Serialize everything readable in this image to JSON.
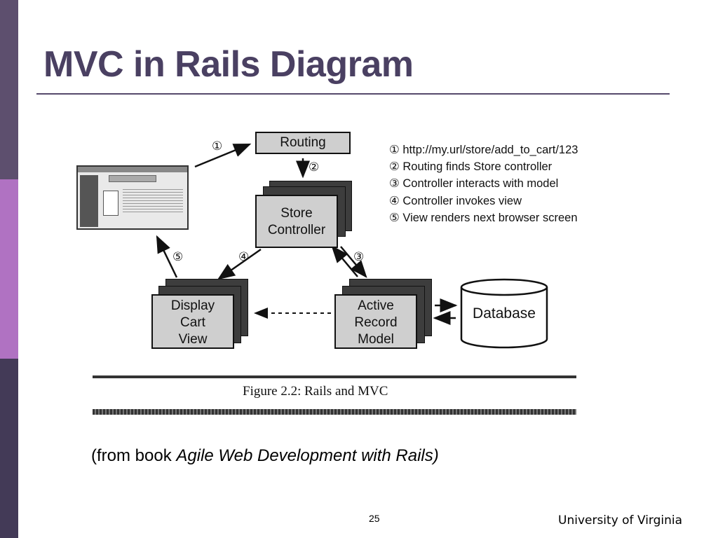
{
  "slide": {
    "title": "MVC in Rails Diagram",
    "source_prefix": "(from book ",
    "source_book": "Agile Web Development with Rails)",
    "page_number": "25",
    "organization": "University of Virginia"
  },
  "diagram": {
    "routing": "Routing",
    "store_controller": [
      "Store",
      "Controller"
    ],
    "display_cart_view": [
      "Display",
      "Cart",
      "View"
    ],
    "active_record_model": [
      "Active",
      "Record",
      "Model"
    ],
    "database": "Database",
    "steps": [
      "①",
      "②",
      "③",
      "④",
      "⑤"
    ],
    "legend": [
      "① http://my.url/store/add_to_cart/123",
      "② Routing finds Store controller",
      "③ Controller interacts with model",
      "④ Controller invokes view",
      "⑤  View renders next browser screen"
    ],
    "caption": "Figure 2.2: Rails and MVC"
  }
}
